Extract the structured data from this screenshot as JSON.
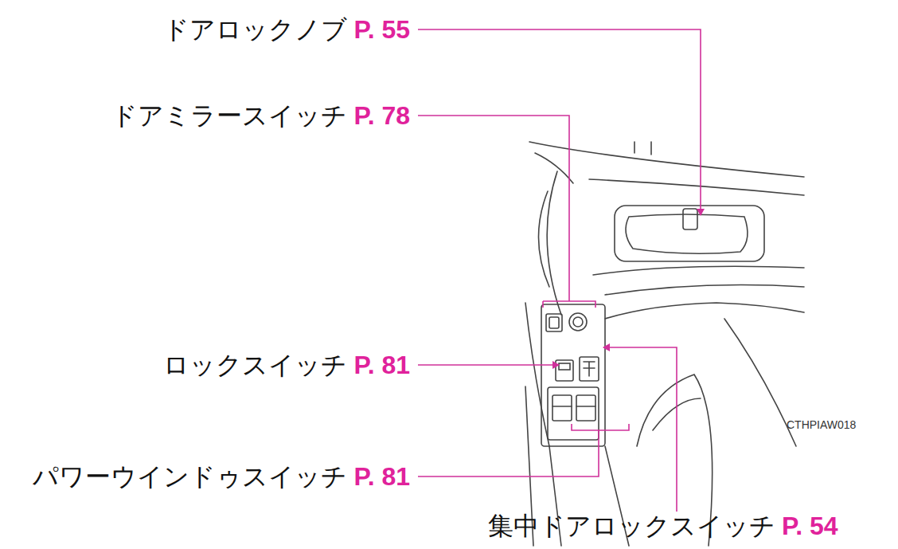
{
  "diagram": {
    "labels": [
      "ドアロックノブ",
      "P. 55",
      "ドアミラースイッチ",
      "P. 78",
      "ロックスイッチ",
      "P. 81",
      "パワーウインドゥスイッチ",
      "P. 81",
      "集中ドアロックスイッチ",
      "P. 54",
      "CTHPIAW018"
    ]
  }
}
